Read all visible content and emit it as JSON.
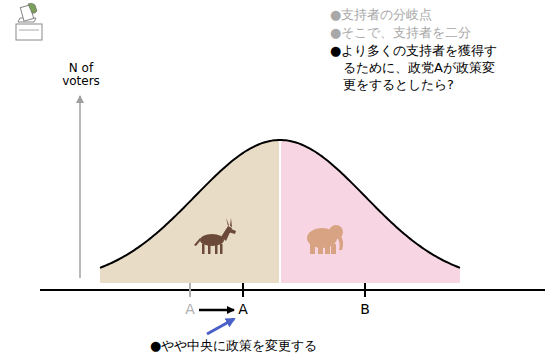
{
  "diagram": {
    "labels": [
      "●支持者の分岐点",
      "●そこで、支持者を二分",
      "●より多くの支持者を獲得するために、政党Aが政策変更をするとしたら?",
      "N of voters",
      "A",
      "A",
      "B",
      "●やや中央に政策を変更する"
    ]
  }
}
